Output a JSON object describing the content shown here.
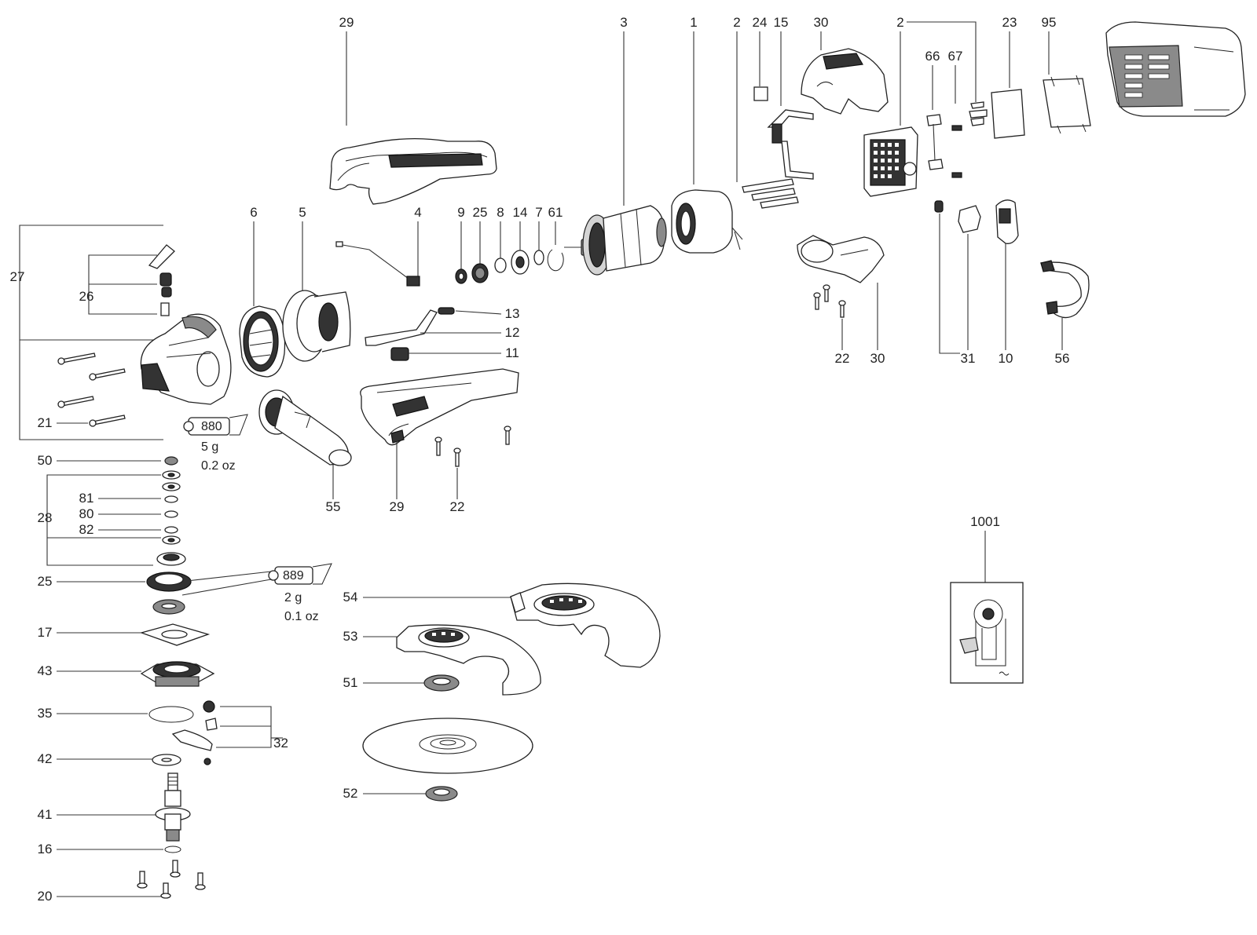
{
  "labels": {
    "l29a": "29",
    "l3": "3",
    "l1": "1",
    "l2a": "2",
    "l24": "24",
    "l15": "15",
    "l30a": "30",
    "l2b": "2",
    "l23": "23",
    "l95": "95",
    "l66": "66",
    "l67": "67",
    "l27": "27",
    "l6": "6",
    "l5": "5",
    "l4": "4",
    "l9": "9",
    "l25a": "25",
    "l8": "8",
    "l14": "14",
    "l7": "7",
    "l61": "61",
    "l26": "26",
    "l13": "13",
    "l12": "12",
    "l11": "11",
    "l22a": "22",
    "l30b": "30",
    "l31": "31",
    "l10": "10",
    "l56": "56",
    "l21": "21",
    "l55": "55",
    "l29b": "29",
    "l22b": "22",
    "l50": "50",
    "l28": "28",
    "l81": "81",
    "l80": "80",
    "l82": "82",
    "l25b": "25",
    "l17": "17",
    "l43": "43",
    "l35": "35",
    "l32": "32",
    "l42": "42",
    "l41": "41",
    "l16": "16",
    "l20": "20",
    "l54": "54",
    "l53": "53",
    "l51": "51",
    "l52": "52",
    "l1001": "1001"
  },
  "grease_notes": {
    "t880_code": "880",
    "t880_mass": "5 g",
    "t880_oz": "0.2 oz",
    "t889_code": "889",
    "t889_mass": "2 g",
    "t889_oz": "0.1 oz"
  },
  "icons": {
    "wiring_diagram": "motor-wiring-diagram-icon",
    "battery": "battery-pack-icon",
    "grease_tube": "grease-tube-icon"
  }
}
